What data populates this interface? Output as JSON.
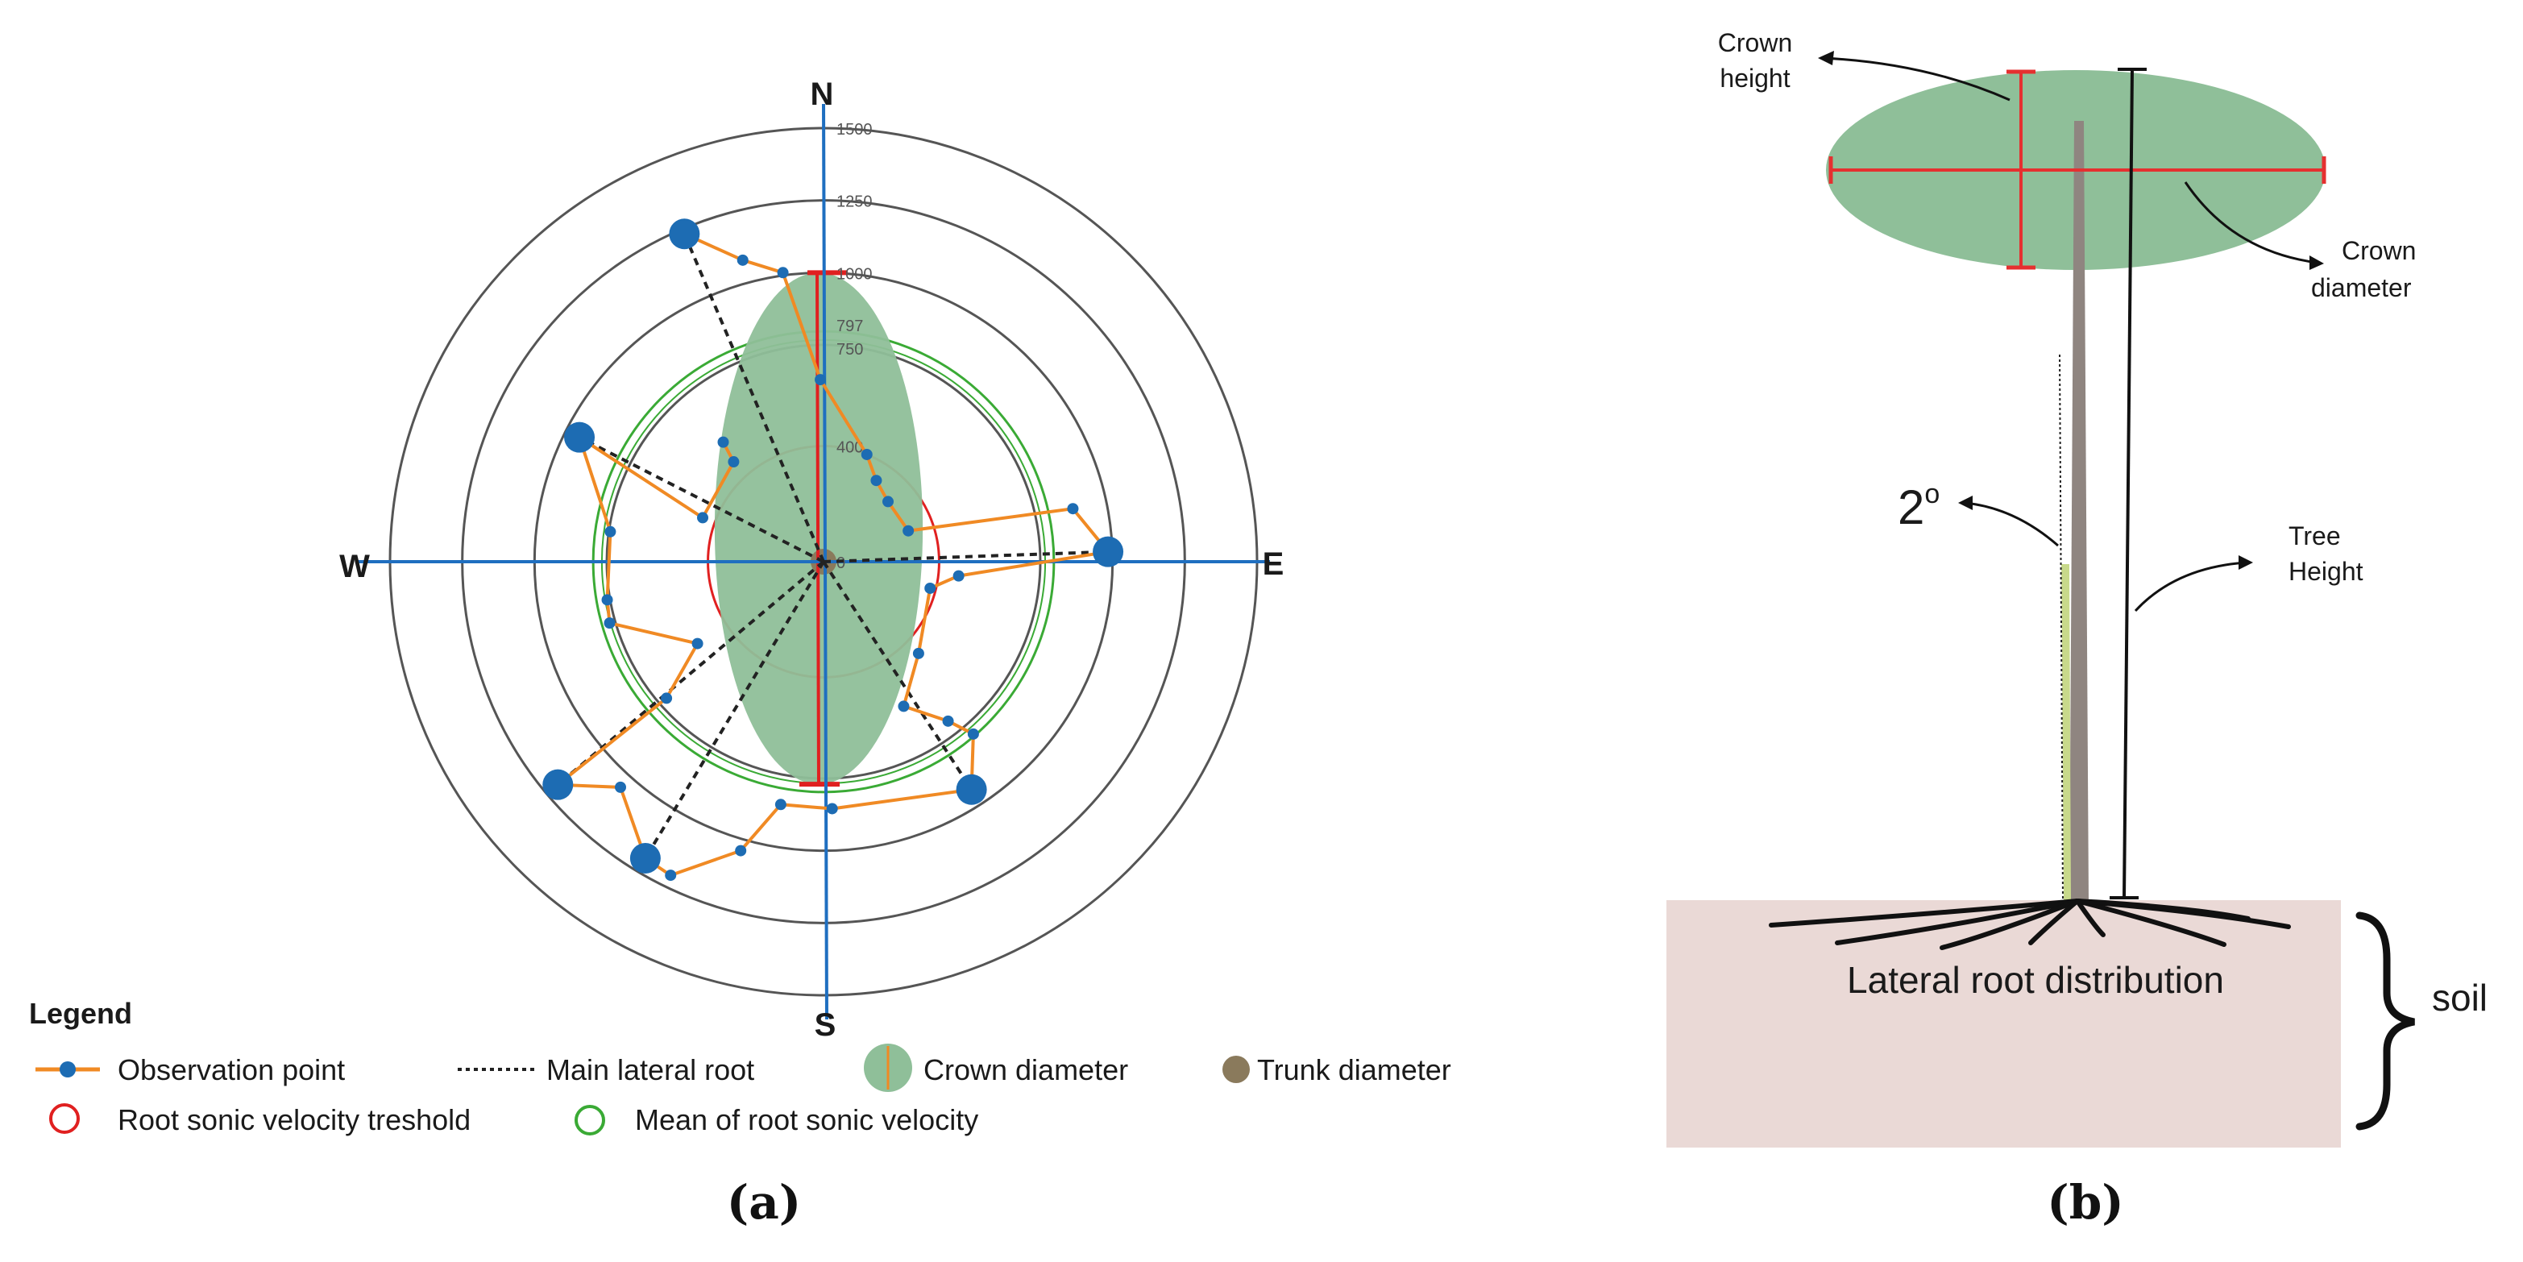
{
  "chart_data": {
    "type": "scatter",
    "subtype": "polar",
    "panel_label": "(a)",
    "directions": {
      "N": "N",
      "E": "E",
      "S": "S",
      "W": "W"
    },
    "radial_ticks": [
      "0",
      "400",
      "750",
      "797",
      "1000",
      "1250",
      "1500"
    ],
    "rmax": 1500,
    "circles": {
      "threshold": 400,
      "mean": 797
    },
    "crown": {
      "half_width": 360,
      "north": 1000,
      "south": 770
    },
    "series": [
      {
        "name": "Observation point",
        "points": [
          {
            "theta": 337,
            "r": 1232,
            "main": true
          },
          {
            "theta": 345,
            "r": 1080
          },
          {
            "theta": 352,
            "r": 1010
          },
          {
            "theta": 359,
            "r": 630
          },
          {
            "theta": 22,
            "r": 400
          },
          {
            "theta": 33,
            "r": 335
          },
          {
            "theta": 47,
            "r": 305
          },
          {
            "theta": 70,
            "r": 312
          },
          {
            "theta": 78,
            "r": 882
          },
          {
            "theta": 88,
            "r": 985,
            "main": true
          },
          {
            "theta": 96,
            "r": 470
          },
          {
            "theta": 104,
            "r": 380
          },
          {
            "theta": 134,
            "r": 457
          },
          {
            "theta": 151,
            "r": 572
          },
          {
            "theta": 142,
            "r": 700
          },
          {
            "theta": 139,
            "r": 790
          },
          {
            "theta": 147,
            "r": 940,
            "main": true
          },
          {
            "theta": 178,
            "r": 855
          },
          {
            "theta": 190,
            "r": 853
          },
          {
            "theta": 196,
            "r": 1040
          },
          {
            "theta": 206,
            "r": 1207
          },
          {
            "theta": 211,
            "r": 1197,
            "main": true
          },
          {
            "theta": 222,
            "r": 1050
          },
          {
            "theta": 230,
            "r": 1200,
            "main": true
          },
          {
            "theta": 229,
            "r": 720
          },
          {
            "theta": 237,
            "r": 520
          },
          {
            "theta": 254,
            "r": 770
          },
          {
            "theta": 260,
            "r": 760
          },
          {
            "theta": 278,
            "r": 745
          },
          {
            "theta": 297,
            "r": 948,
            "main": true
          },
          {
            "theta": 290,
            "r": 445
          },
          {
            "theta": 318,
            "r": 465
          },
          {
            "theta": 320,
            "r": 540
          }
        ]
      }
    ],
    "legend": {
      "title": "Legend",
      "items": [
        "Observation point",
        "Main lateral root",
        "Crown diameter",
        "Trunk diameter",
        "Root sonic velocity treshold",
        "Mean of root sonic velocity"
      ]
    }
  },
  "diagram": {
    "panel_label": "(b)",
    "crown_height": [
      "Crown",
      "height"
    ],
    "crown_diameter": [
      "Crown",
      "diameter"
    ],
    "tree_height": [
      "Tree",
      "Height"
    ],
    "angle": "2",
    "angle_sup": "o",
    "roots": "Lateral root distribution",
    "soil": "soil"
  },
  "colors": {
    "axis": "#1f6fc0",
    "ring": "#555555",
    "series": "#f08a24",
    "point": "#1d6cb3",
    "threshold": "#e02020",
    "mean": "#3aaa35",
    "crown": "#8fbf99",
    "trunk": "#8a7a5c",
    "soil": "#ead9d6",
    "measure": "#e53030"
  }
}
